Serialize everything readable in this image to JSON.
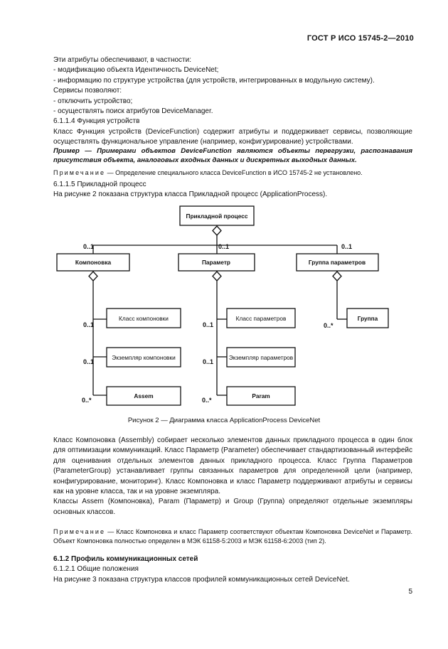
{
  "header": "ГОСТ Р ИСО 15745-2—2010",
  "intro_lines": [
    "Эти атрибуты обеспечивают, в частности:",
    "- модификацию объекта Идентичность DeviceNet;",
    "- информацию по структуре устройства (для устройств, интегрированных в модульную систему).",
    "Сервисы позволяют:",
    "- отключить устройство;",
    "- осуществлять поиск атрибутов DeviceManager."
  ],
  "section_6114": "6.1.1.4 Функция устройств",
  "para_6114": "Класс Функция устройств (DeviceFunction) содержит атрибуты и поддерживает сервисы, позволяющие осуществлять функциональное управление (например, конфигурирование) устройствами.",
  "example": "Пример — Примерами объектов DeviceFunction являются объекты перегрузки, распознавания присутствия объекта, аналоговых входных данных и дискретных выходных данных.",
  "note1_label": "Примечание",
  "note1_text": " — Определение специального класса DeviceFunction в ИСО 15745-2 не установлено.",
  "section_6115": "6.1.1.5 Прикладной процесс",
  "para_6115": "На рисунке 2 показана структура класса Прикладной процесс (ApplicationProcess).",
  "diagram": {
    "root": "Прикладной процесс",
    "col1": "Компоновка",
    "col2": "Параметр",
    "col3": "Группа параметров",
    "col1_children": [
      "Класс компоновки",
      "Экземпляр компоновки",
      "Assem"
    ],
    "col2_children": [
      "Класс параметров",
      "Экземпляр параметров",
      "Param"
    ],
    "col3_children": [
      "Группа"
    ],
    "mult_top": "0..1",
    "mult_col1": [
      "0..1",
      "0..1",
      "0..*"
    ],
    "mult_col2": [
      "0..1",
      "0..1",
      "0..*"
    ],
    "mult_col3": [
      "0..*"
    ]
  },
  "figure_caption": "Рисунок 2 — Диаграмма класса ApplicationProcess DeviceNet",
  "para_assembly": "Класс Компоновка (Assembly) собирает несколько элементов данных прикладного процесса в один блок для оптимизации коммуникаций. Класс Параметр (Parameter) обеспечивает стандартизованный интерфейс для оценивания отдельных элементов данных прикладного процесса. Класс Группа Параметров (ParameterGroup) устанавливает группы связанных параметров для определенной цели (например, конфигурирование, мониторинг). Класс Компоновка и класс Параметр поддерживают атрибуты и сервисы как на уровне класса, так и на уровне экземпляра.",
  "para_classes": "Классы Assem (Компоновка), Param (Параметр) и Group (Группа) определяют отдельные экземпляры основных классов.",
  "note2_label": "Примечание",
  "note2_text": " — Класс Компоновка и класс Параметр соответствуют объектам  Компоновка DeviceNet и Параметр. Объект Компоновка полностью определен в МЭК 61158-5:2003 и МЭК 61158-6:2003 (тип 2).",
  "section_612": "6.1.2 Профиль коммуникационных сетей",
  "section_6121": "6.1.2.1 Общие положения",
  "para_6121": "На рисунке 3 показана структура классов профилей коммуникационных сетей DeviceNet.",
  "page_number": "5"
}
